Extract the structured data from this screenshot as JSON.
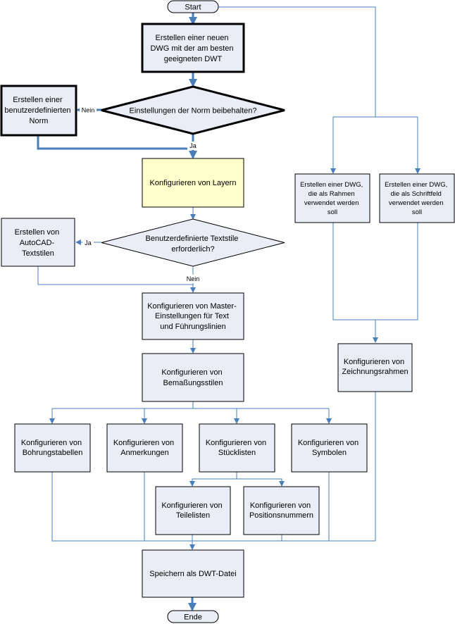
{
  "colors": {
    "box_fill": "#eaecf6",
    "highlight_fill": "#ffffcc",
    "connector": "#4a7ebb",
    "border": "#000000"
  },
  "terminals": {
    "start": "Start",
    "end": "Ende"
  },
  "boxes": {
    "create_dwg": [
      "Erstellen einer neuen",
      "DWG mit der am besten",
      "geeigneten DWT"
    ],
    "custom_norm": [
      "Erstellen einer",
      "benutzerdefinierten",
      "Norm"
    ],
    "layers": [
      "Konfigurieren von Layern"
    ],
    "autocad_textstyles": [
      "Erstellen von",
      "AutoCAD-",
      "Textstilen"
    ],
    "master_settings": [
      "Konfigurieren von Master-",
      "Einstellungen für Text",
      "und Führungslinien"
    ],
    "dim_styles": [
      "Konfigurieren von",
      "Bemaßungsstilen"
    ],
    "hole_tables": [
      "Konfigurieren von",
      "Bohrungstabellen"
    ],
    "annotations": [
      "Konfigurieren von",
      "Anmerkungen"
    ],
    "parts_lists": [
      "Konfigurieren von",
      "Stücklisten"
    ],
    "symbols": [
      "Konfigurieren von",
      "Symbolen"
    ],
    "part_lists": [
      "Konfigurieren von",
      "Teilelisten"
    ],
    "balloons": [
      "Konfigurieren von",
      "Positionsnummern"
    ],
    "save_dwt": [
      "Speichern als DWT-Datei"
    ],
    "frame_dwg": [
      "Erstellen einer DWG,",
      "die als Rahmen",
      "verwendet werden",
      "soll"
    ],
    "titleblock_dwg": [
      "Erstellen einer DWG,",
      "die als Schriftfeld",
      "verwendet werden",
      "soll"
    ],
    "drawing_frames": [
      "Konfigurieren von",
      "Zeichnungsrahmen"
    ]
  },
  "decisions": {
    "keep_norm": [
      "Einstellungen der Norm beibehalten?"
    ],
    "custom_textstyles": [
      "Benutzerdefinierte Textstile",
      "erforderlich?"
    ]
  },
  "edge_labels": {
    "no_1": "Nein",
    "yes_1": "Ja",
    "yes_2": "Ja",
    "no_2": "Nein"
  }
}
